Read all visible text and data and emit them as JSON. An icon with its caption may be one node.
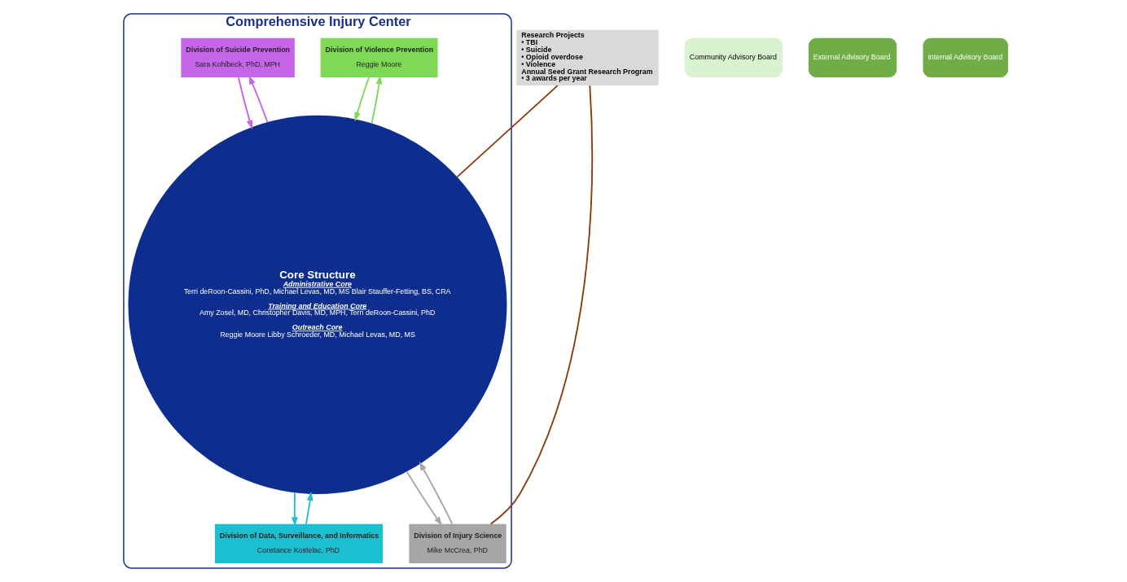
{
  "diagram": {
    "nodes": [
      {
        "text": [
          "Comprehensive Injury Center"
        ]
      },
      {
        "text": [
          "Community Advisory Board"
        ]
      },
      {
        "text": [
          "External Advisory Board"
        ]
      },
      {
        "text": [
          "Internal Advisory Board"
        ]
      },
      {
        "text": [
          "Division of Violence Prevention",
          "Reggie Moore"
        ],
        "in": 0
      },
      {
        "text": [
          "Division of Suicide Prevention",
          "Sara Kohlbeck, PhD, MPH"
        ],
        "in": 0
      },
      {
        "text": [
          "Core Structure",
          "Administrative Core",
          "Terri deRoon-Cassini, PhD, Michael Levas, MD, MS Blair Stauffer-Fetting, BS, CRA",
          "Training and Education Core",
          "Amy Zosel, MD, Christopher Davis, MD, MPH, Terri deRoon-Cassini, PhD",
          "Outreach Core",
          "Reggie Moore Libby Schroeder, MD, Michael Levas, MD, MS"
        ],
        "in": 0
      },
      {
        "text": [
          "Division of Data, Surveillance, and Informatics",
          "Constance Kostelac, PhD"
        ],
        "in": 0
      },
      {
        "text": [
          "Division of Injury Science",
          "Mike McCrea, PhD"
        ],
        "in": 0
      },
      {
        "text": [
          "Research Projects",
          "• TBI",
          "• Suicide",
          "• Opioid overdose",
          "• Violence",
          "Annual Seed Grant Research Program",
          "• 3 awards per year"
        ]
      }
    ],
    "edges": [
      {
        "from": 4,
        "to": 6,
        "arrow": "to",
        "color": "#7ed957"
      },
      {
        "from": 6,
        "to": 4,
        "arrow": "to",
        "color": "#7ed957"
      },
      {
        "from": 5,
        "to": 6,
        "arrow": "to",
        "color": "#c565e8"
      },
      {
        "from": 6,
        "to": 5,
        "arrow": "to",
        "color": "#c565e8"
      },
      {
        "from": 6,
        "to": 7,
        "arrow": "to",
        "color": "#1cbfcf"
      },
      {
        "from": 7,
        "to": 6,
        "arrow": "to",
        "color": "#1cbfcf"
      },
      {
        "from": 6,
        "to": 8,
        "arrow": "to",
        "color": "#a6a6a6"
      },
      {
        "from": 8,
        "to": 6,
        "arrow": "to",
        "color": "#a6a6a6"
      },
      {
        "from": 9,
        "to": 6,
        "arrow": "none",
        "color": "#8b3a0f"
      },
      {
        "from": 9,
        "to": 8,
        "arrow": "none",
        "color": "#8b3a0f"
      }
    ]
  }
}
